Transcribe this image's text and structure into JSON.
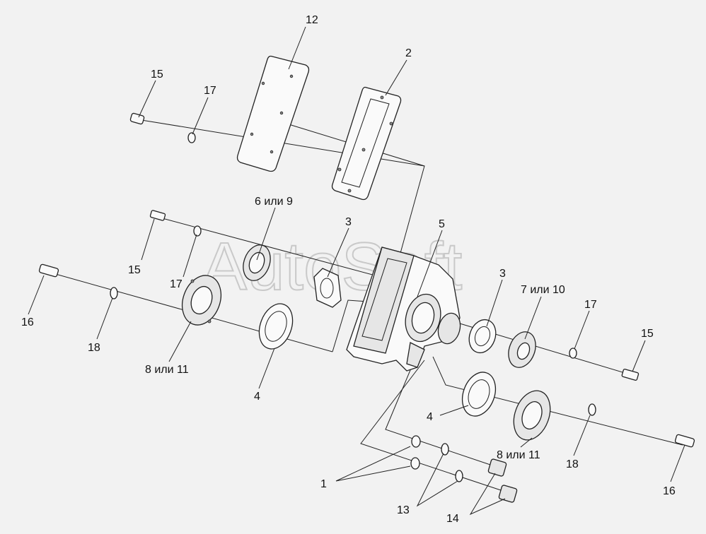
{
  "watermark": "AutoSoft",
  "callouts": {
    "c1": "1",
    "c2": "2",
    "c3a": "3",
    "c3b": "3",
    "c4a": "4",
    "c4b": "4",
    "c5": "5",
    "c6or9": "6 или 9",
    "c7or10": "7 или 10",
    "c8or11a": "8 или 11",
    "c8or11b": "8 или 11",
    "c12": "12",
    "c13": "13",
    "c14": "14",
    "c15a": "15",
    "c15b": "15",
    "c15c": "15",
    "c16a": "16",
    "c16b": "16",
    "c17a": "17",
    "c17b": "17",
    "c17c": "17",
    "c18a": "18",
    "c18b": "18"
  }
}
